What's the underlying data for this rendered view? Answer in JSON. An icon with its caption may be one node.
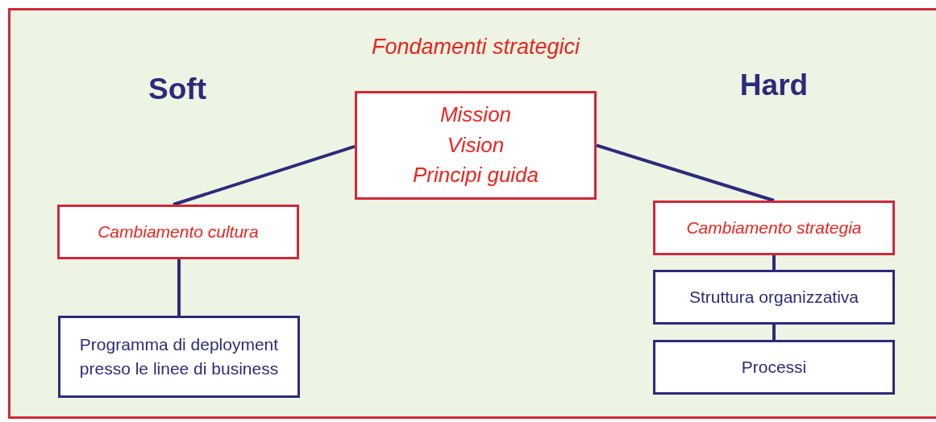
{
  "diagram": {
    "title": "Fondamenti strategici",
    "nodes": [
      {
        "text": [
          "Mission",
          "Vision",
          "Principi guida"
        ]
      },
      {
        "text": [
          "Cambiamento cultura"
        ]
      },
      {
        "text": [
          "Programma di deployment presso le linee di business"
        ]
      },
      {
        "text": [
          "Cambiamento strategia"
        ]
      },
      {
        "text": [
          "Struttura organizzativa"
        ]
      },
      {
        "text": [
          "Processi"
        ]
      }
    ],
    "edges": [
      {
        "from": 0,
        "to": 1,
        "arrow": "none"
      },
      {
        "from": 0,
        "to": 3,
        "arrow": "none"
      },
      {
        "from": 1,
        "to": 2,
        "arrow": "none"
      },
      {
        "from": 3,
        "to": 4,
        "arrow": "none"
      },
      {
        "from": 4,
        "to": 5,
        "arrow": "none"
      }
    ],
    "labels": [
      "Soft",
      "Hard"
    ]
  }
}
